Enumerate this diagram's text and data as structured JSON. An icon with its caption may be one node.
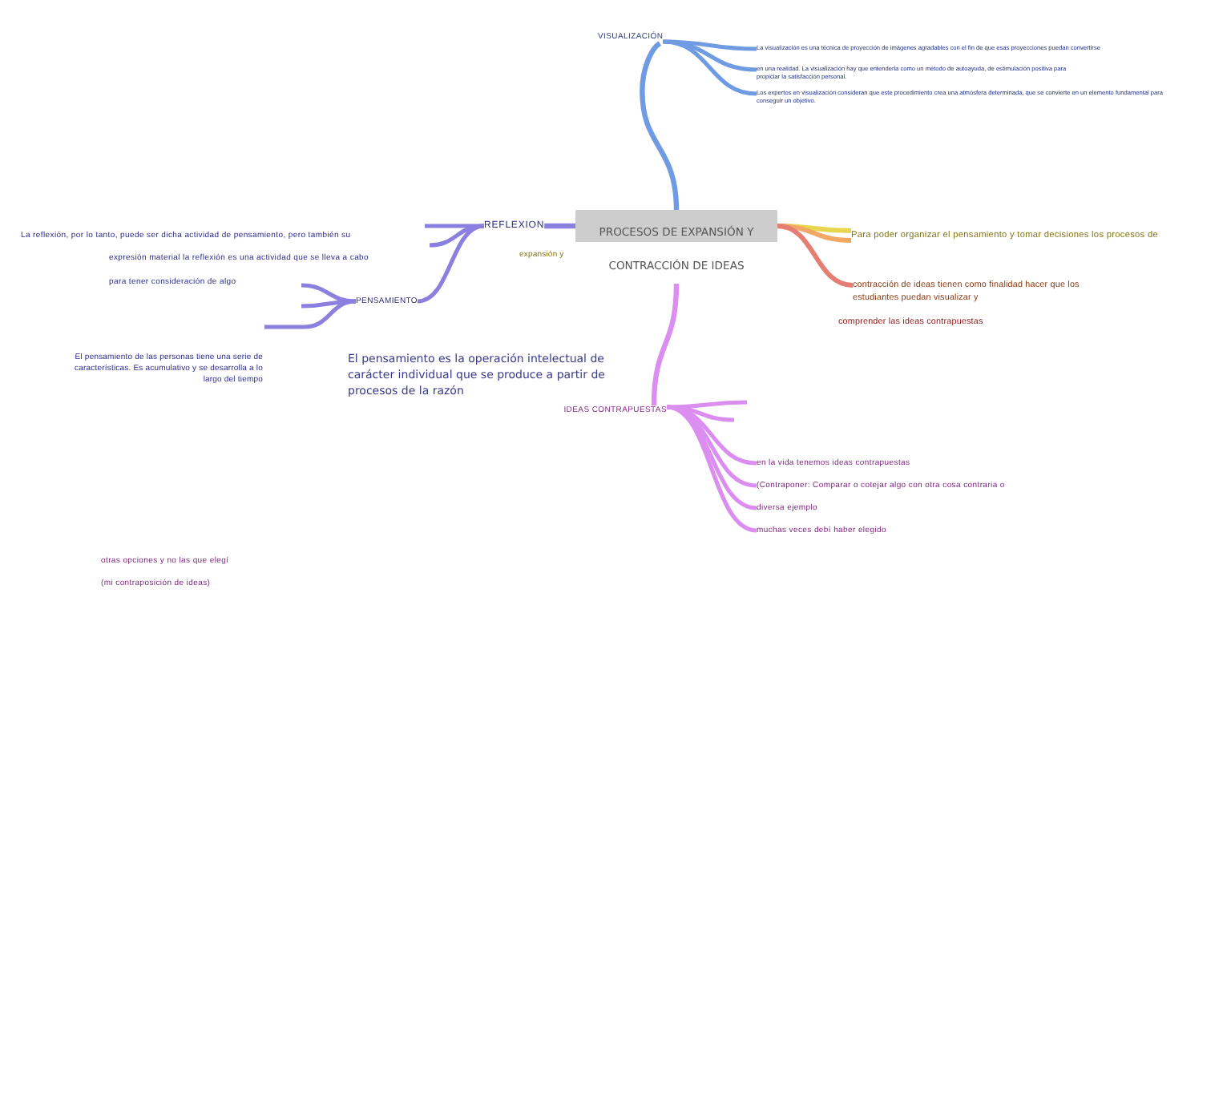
{
  "diagram": {
    "nodes": [
      {
        "text": [
          "PROCESOS DE EXPANSIÓN Y CONTRACCIÓN DE IDEAS"
        ]
      },
      {
        "text": [
          "VISUALIZACIÓN"
        ]
      },
      {
        "text": [
          "La visualización es una técnica de proyección de imágenes agradables con el fin de que esas proyecciones puedan convertirse"
        ]
      },
      {
        "text": [
          "en una realidad. La visualización hay que entenderla como un método de autoayuda, de estimulación positiva para propiciar la satisfacción personal."
        ]
      },
      {
        "text": [
          "Los expertos en visualización consideran que este procedimiento crea una atmósfera determinada, que se convierte en un elemento fundamental para conseguir un objetivo."
        ]
      },
      {
        "text": [
          "Para poder organizar el pensamiento y tomar decisiones los procesos de"
        ]
      },
      {
        "text": [
          "contracción de ideas tienen como finalidad hacer que los estudiantes puedan visualizar y"
        ]
      },
      {
        "text": [
          "REFLEXION"
        ]
      },
      {
        "text": [
          "PENSAMIENTO"
        ]
      },
      {
        "text": [
          "IDEAS CONTRAPUESTAS"
        ]
      },
      {
        "text": [
          "en la vida tenemos ideas contrapuestas"
        ]
      },
      {
        "text": [
          "(Contraponer: Comparar o cotejar algo con otra cosa contraria o"
        ]
      },
      {
        "text": [
          "diversa ejemplo"
        ]
      },
      {
        "text": [
          "muchas veces debí haber elegido"
        ]
      }
    ],
    "edges": [
      {
        "from": 0,
        "to": 1,
        "arrow": "none",
        "color": "#6f9be3"
      },
      {
        "from": 1,
        "to": 2,
        "arrow": "none",
        "color": "#6f9be3"
      },
      {
        "from": 1,
        "to": 3,
        "arrow": "none",
        "color": "#6f9be3"
      },
      {
        "from": 1,
        "to": 4,
        "arrow": "none",
        "color": "#6f9be3"
      },
      {
        "from": 0,
        "to": 5,
        "arrow": "none",
        "color": "#e8d64f"
      },
      {
        "from": 0,
        "to": 5,
        "arrow": "none",
        "color": "#f2a764"
      },
      {
        "from": 0,
        "to": 6,
        "arrow": "none",
        "color": "#e57d72"
      },
      {
        "from": 0,
        "to": 7,
        "arrow": "none",
        "color": "#8b7fe0"
      },
      {
        "from": 7,
        "to": null,
        "arrow": "none",
        "color": "#8b7fe0"
      },
      {
        "from": 7,
        "to": null,
        "arrow": "none",
        "color": "#8b7fe0"
      },
      {
        "from": 7,
        "to": 8,
        "arrow": "none",
        "color": "#8b7fe0"
      },
      {
        "from": 8,
        "to": null,
        "arrow": "none",
        "color": "#8b7fe0"
      },
      {
        "from": 8,
        "to": null,
        "arrow": "none",
        "color": "#8b7fe0"
      },
      {
        "from": 8,
        "to": null,
        "arrow": "none",
        "color": "#8b7fe0"
      },
      {
        "from": 0,
        "to": 9,
        "arrow": "none",
        "color": "#dc8ef0"
      },
      {
        "from": 9,
        "to": null,
        "arrow": "none",
        "color": "#dc8ef0"
      },
      {
        "from": 9,
        "to": null,
        "arrow": "none",
        "color": "#dc8ef0"
      },
      {
        "from": 9,
        "to": 10,
        "arrow": "none",
        "color": "#dc8ef0"
      },
      {
        "from": 9,
        "to": 11,
        "arrow": "none",
        "color": "#dc8ef0"
      },
      {
        "from": 9,
        "to": 12,
        "arrow": "none",
        "color": "#dc8ef0"
      },
      {
        "from": 9,
        "to": 13,
        "arrow": "none",
        "color": "#dc8ef0"
      }
    ],
    "labels": [
      "La reflexión, por lo tanto, puede ser dicha actividad de pensamiento, pero también su",
      "expansión y",
      "expresión material la reflexión es una actividad que se lleva a cabo",
      "para tener consideración de algo",
      "comprender las ideas contrapuestas",
      "El pensamiento de las personas tiene una serie de características. Es acumulativo y se desarrolla a lo largo del tiempo",
      "El pensamiento es la operación intelectual de carácter individual que se produce a partir de procesos de la razón",
      "otras opciones y no las que elegí",
      "(mi contraposición de ideas)"
    ]
  }
}
